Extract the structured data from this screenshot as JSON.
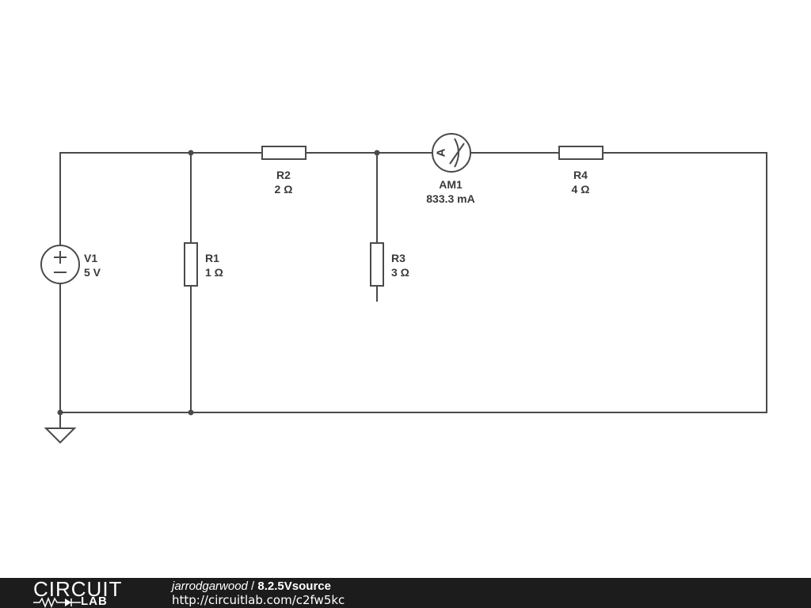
{
  "components": {
    "v1": {
      "name": "V1",
      "value": "5 V"
    },
    "r1": {
      "name": "R1",
      "value": "1 Ω"
    },
    "r2": {
      "name": "R2",
      "value": "2 Ω"
    },
    "r3": {
      "name": "R3",
      "value": "3 Ω"
    },
    "r4": {
      "name": "R4",
      "value": "4 Ω"
    },
    "am1": {
      "name": "AM1",
      "value": "833.3 mA",
      "symbol_letter": "A"
    }
  },
  "footer": {
    "brand_top": "CIRCUIT",
    "brand_bottom": "LAB",
    "author": "jarrodgarwood",
    "separator": " / ",
    "title": "8.2.5Vsource",
    "url": "http://circuitlab.com/c2fw5kc"
  },
  "colors": {
    "wire": "#4a4a4a",
    "footer_bg": "#1c1c1c",
    "background": "#ffffff"
  }
}
